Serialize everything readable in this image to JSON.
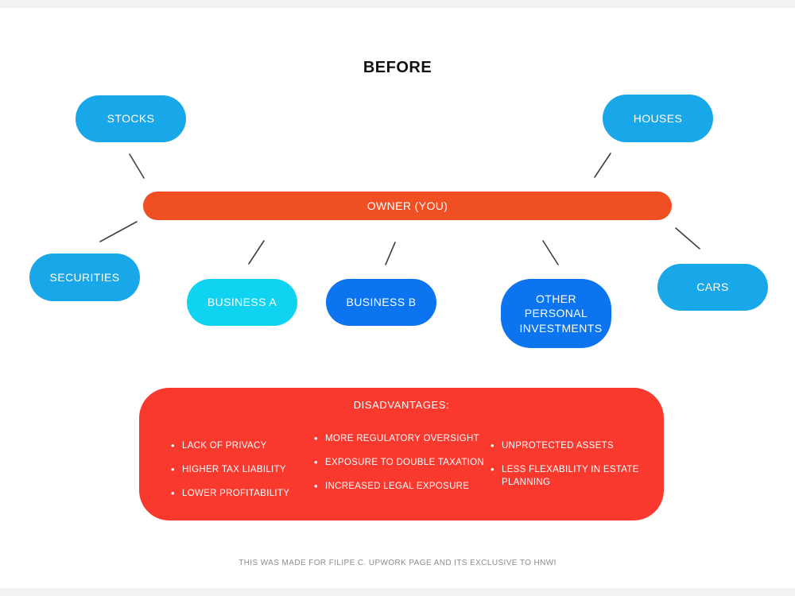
{
  "title": "BEFORE",
  "nodes": {
    "stocks": {
      "label": "STOCKS",
      "color": "#18a7e8"
    },
    "houses": {
      "label": "HOUSES",
      "color": "#18a7e8"
    },
    "owner": {
      "label": "OWNER (YOU)",
      "color": "#f04e23"
    },
    "securities": {
      "label": "SECURITIES",
      "color": "#18a7e8"
    },
    "business_a": {
      "label": "BUSINESS A",
      "color": "#0fd3f1"
    },
    "business_b": {
      "label": "BUSINESS B",
      "color": "#0b74ee"
    },
    "other_personal_investments": {
      "label": "OTHER PERSONAL INVESTMENTS",
      "color": "#0b74ee"
    },
    "cars": {
      "label": "CARS",
      "color": "#18a7e8"
    }
  },
  "edges": [
    "owner-stocks",
    "owner-houses",
    "owner-securities",
    "owner-business-a",
    "owner-business-b",
    "owner-other-personal-investments",
    "owner-cars"
  ],
  "disadvantages": {
    "title": "DISADVANTAGES:",
    "background": "#fa392e",
    "columns": [
      {
        "items": [
          "LACK OF PRIVACY",
          "HIGHER TAX LIABILITY",
          "LOWER PROFITABILITY"
        ]
      },
      {
        "items": [
          "MORE REGULATORY OVERSIGHT",
          "EXPOSURE TO DOUBLE TAXATION",
          "INCREASED LEGAL EXPOSURE"
        ]
      },
      {
        "items": [
          "UNPROTECTED ASSETS",
          "LESS FLEXABILITY IN ESTATE PLANNING"
        ]
      }
    ]
  },
  "footer": "THIS WAS MADE FOR FILIPE C. UPWORK PAGE AND ITS EXCLUSIVE TO HNWI"
}
